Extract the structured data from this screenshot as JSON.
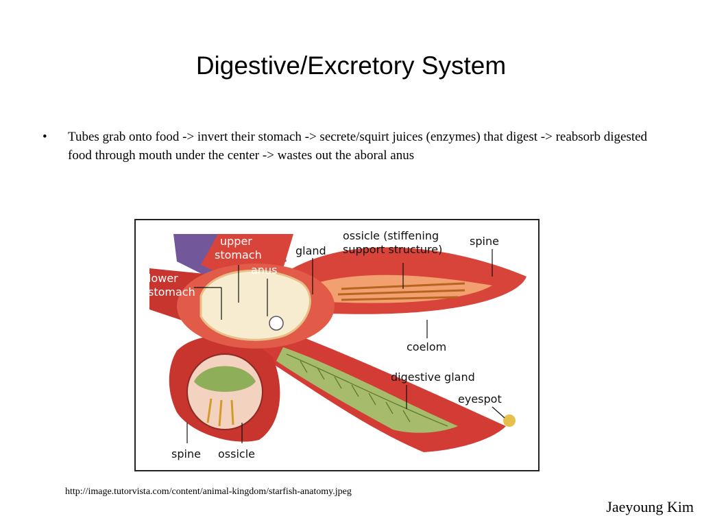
{
  "slide": {
    "title": "Digestive/Excretory System",
    "bullets": [
      {
        "mark": "•",
        "text": "Tubes grab onto food -> invert their stomach -> secrete/squirt juices (enzymes) that digest -> reabsorb digested food through mouth under the center -> wastes out the aboral anus"
      }
    ],
    "caption": "http://image.tutorvista.com/content/animal-kingdom/starfish-anatomy.jpeg",
    "author": "Jaeyoung Kim"
  },
  "diagram": {
    "labels": {
      "upper_stomach_1": "upper",
      "upper_stomach_2": "stomach",
      "anus": "anus",
      "gland": "gland",
      "ossicle_1": "ossicle (stiffening",
      "ossicle_2": "support structure)",
      "spine_top": "spine",
      "lower_stomach_1": "lower",
      "lower_stomach_2": "stomach",
      "coelom": "coelom",
      "digestive_gland": "digestive gland",
      "eyespot": "eyespot",
      "spine_bottom": "spine",
      "ossicle_bottom": "ossicle"
    }
  }
}
